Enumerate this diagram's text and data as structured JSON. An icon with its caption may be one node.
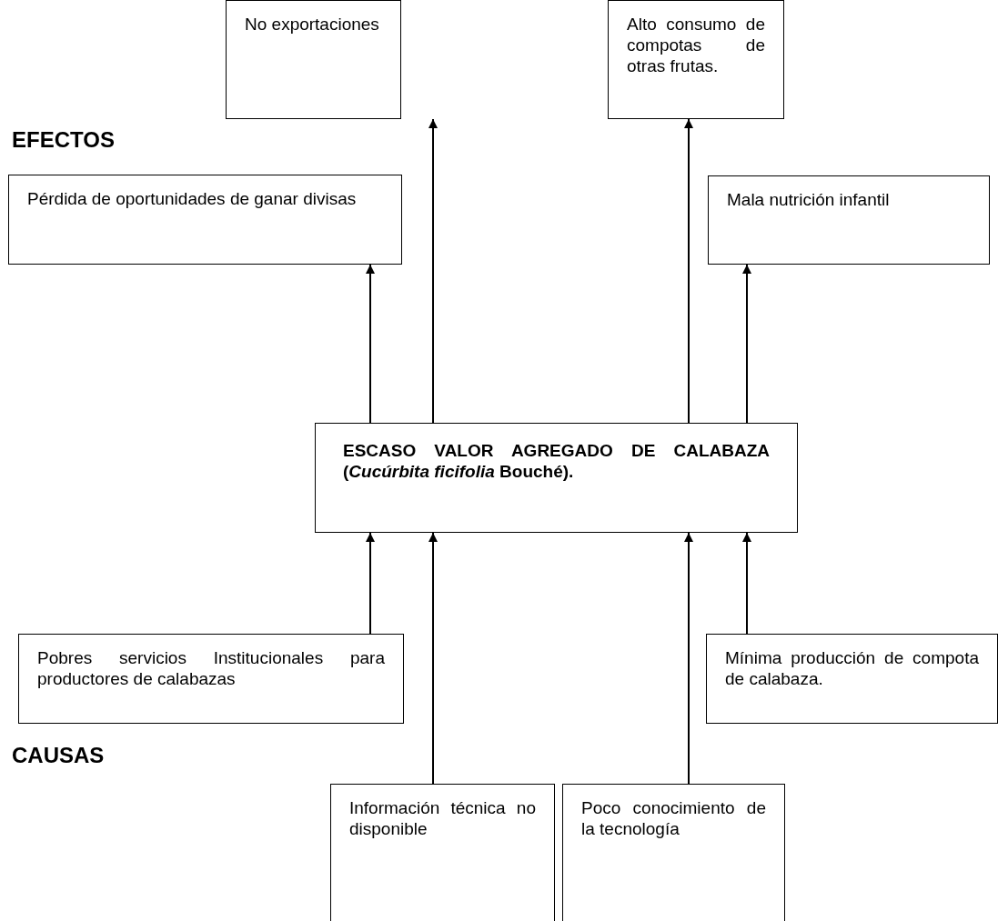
{
  "diagram": {
    "nodes": [
      {
        "text": [
          "No exportaciones"
        ]
      },
      {
        "text": [
          "Alto consumo de compotas de otras frutas."
        ]
      },
      {
        "text": [
          "Pérdida de oportunidades de ganar divisas"
        ]
      },
      {
        "text": [
          "Mala nutrición infantil"
        ]
      },
      {
        "text": [
          "ESCASO VALOR AGREGADO DE CALABAZA (*Cucúrbita ficifolia* Bouché)."
        ]
      },
      {
        "text": [
          "Pobres servicios Institucionales para productores de calabazas"
        ]
      },
      {
        "text": [
          "Mínima producción de compota de calabaza."
        ]
      },
      {
        "text": [
          "Información técnica no disponible"
        ]
      },
      {
        "text": [
          "Poco conocimiento de la tecnología"
        ]
      }
    ],
    "edges": [
      {
        "from": 4,
        "to": 2,
        "arrow": "to"
      },
      {
        "from": 4,
        "to": 0,
        "arrow": "to"
      },
      {
        "from": 4,
        "to": 1,
        "arrow": "to"
      },
      {
        "from": 4,
        "to": 3,
        "arrow": "to"
      },
      {
        "from": 5,
        "to": 4,
        "arrow": "to"
      },
      {
        "from": 7,
        "to": 4,
        "arrow": "to"
      },
      {
        "from": 8,
        "to": 4,
        "arrow": "to"
      },
      {
        "from": 6,
        "to": 4,
        "arrow": "to"
      }
    ],
    "labels": [
      "EFECTOS",
      "CAUSAS"
    ]
  }
}
